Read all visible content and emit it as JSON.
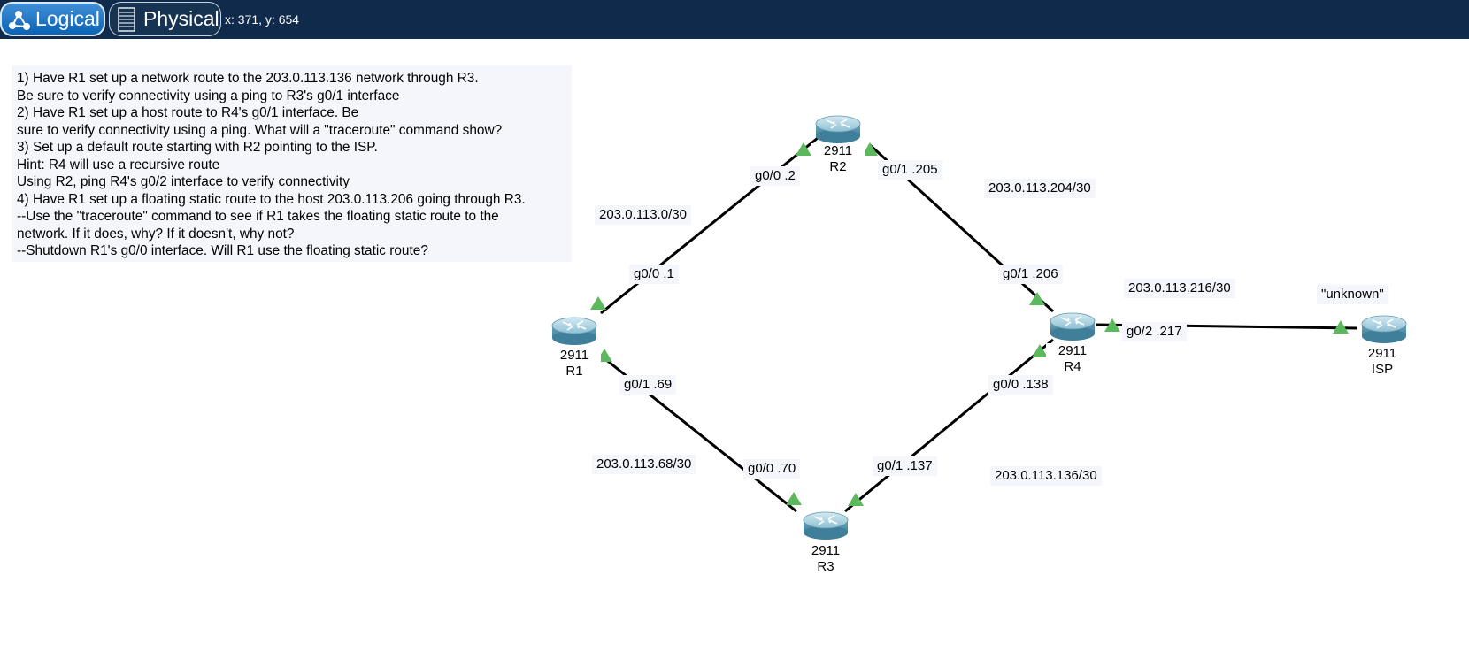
{
  "toolbar": {
    "logical_label": "Logical",
    "physical_label": "Physical",
    "coords": "x: 371, y: 654",
    "logical_icon": "network-nodes-icon",
    "physical_icon": "rack-icon"
  },
  "instructions": [
    "1) Have R1 set up a network route to the 203.0.113.136 network through R3.",
    "Be sure to verify connectivity using a ping to R3's g0/1 interface",
    "2) Have R1 set up a host route to R4's g0/1 interface. Be",
    "sure to verify connectivity using a ping. What will a \"traceroute\" command show?",
    "3) Set up a default route starting with R2 pointing to the ISP.",
    "Hint: R4 will use a recursive route",
    "Using R2, ping R4's g0/2 interface to verify connectivity",
    "4) Have R1 set up a floating static route to the host 203.0.113.206 going through R3.",
    "--Use the \"traceroute\" command to see if R1 takes the floating static route to the",
    "network. If it does, why? If it doesn't, why not?",
    "--Shutdown R1's g0/0 interface. Will R1 use the floating static route?"
  ],
  "devices": {
    "r1": {
      "model": "2911",
      "name": "R1"
    },
    "r2": {
      "model": "2911",
      "name": "R2"
    },
    "r3": {
      "model": "2911",
      "name": "R3"
    },
    "r4": {
      "model": "2911",
      "name": "R4"
    },
    "isp": {
      "model": "2911",
      "name": "ISP"
    }
  },
  "networks": {
    "r1_r2": "203.0.113.0/30",
    "r2_r4": "203.0.113.204/30",
    "r1_r3": "203.0.113.68/30",
    "r3_r4": "203.0.113.136/30",
    "r4_isp": "203.0.113.216/30",
    "isp_note": "\"unknown\""
  },
  "interfaces": {
    "r2_g00": "g0/0 .2",
    "r2_g01": "g0/1 .205",
    "r1_g00": "g0/0 .1",
    "r1_g01": "g0/1 .69",
    "r4_g01": "g0/1 .206",
    "r4_g02": "g0/2 .217",
    "r4_g00": "g0/0 .138",
    "r3_g00": "g0/0 .70",
    "r3_g01": "g0/1 .137"
  },
  "colors": {
    "topbar": "#0f2a4b",
    "link_up": "#5cb85c",
    "router_body": "#7fb1c6"
  }
}
